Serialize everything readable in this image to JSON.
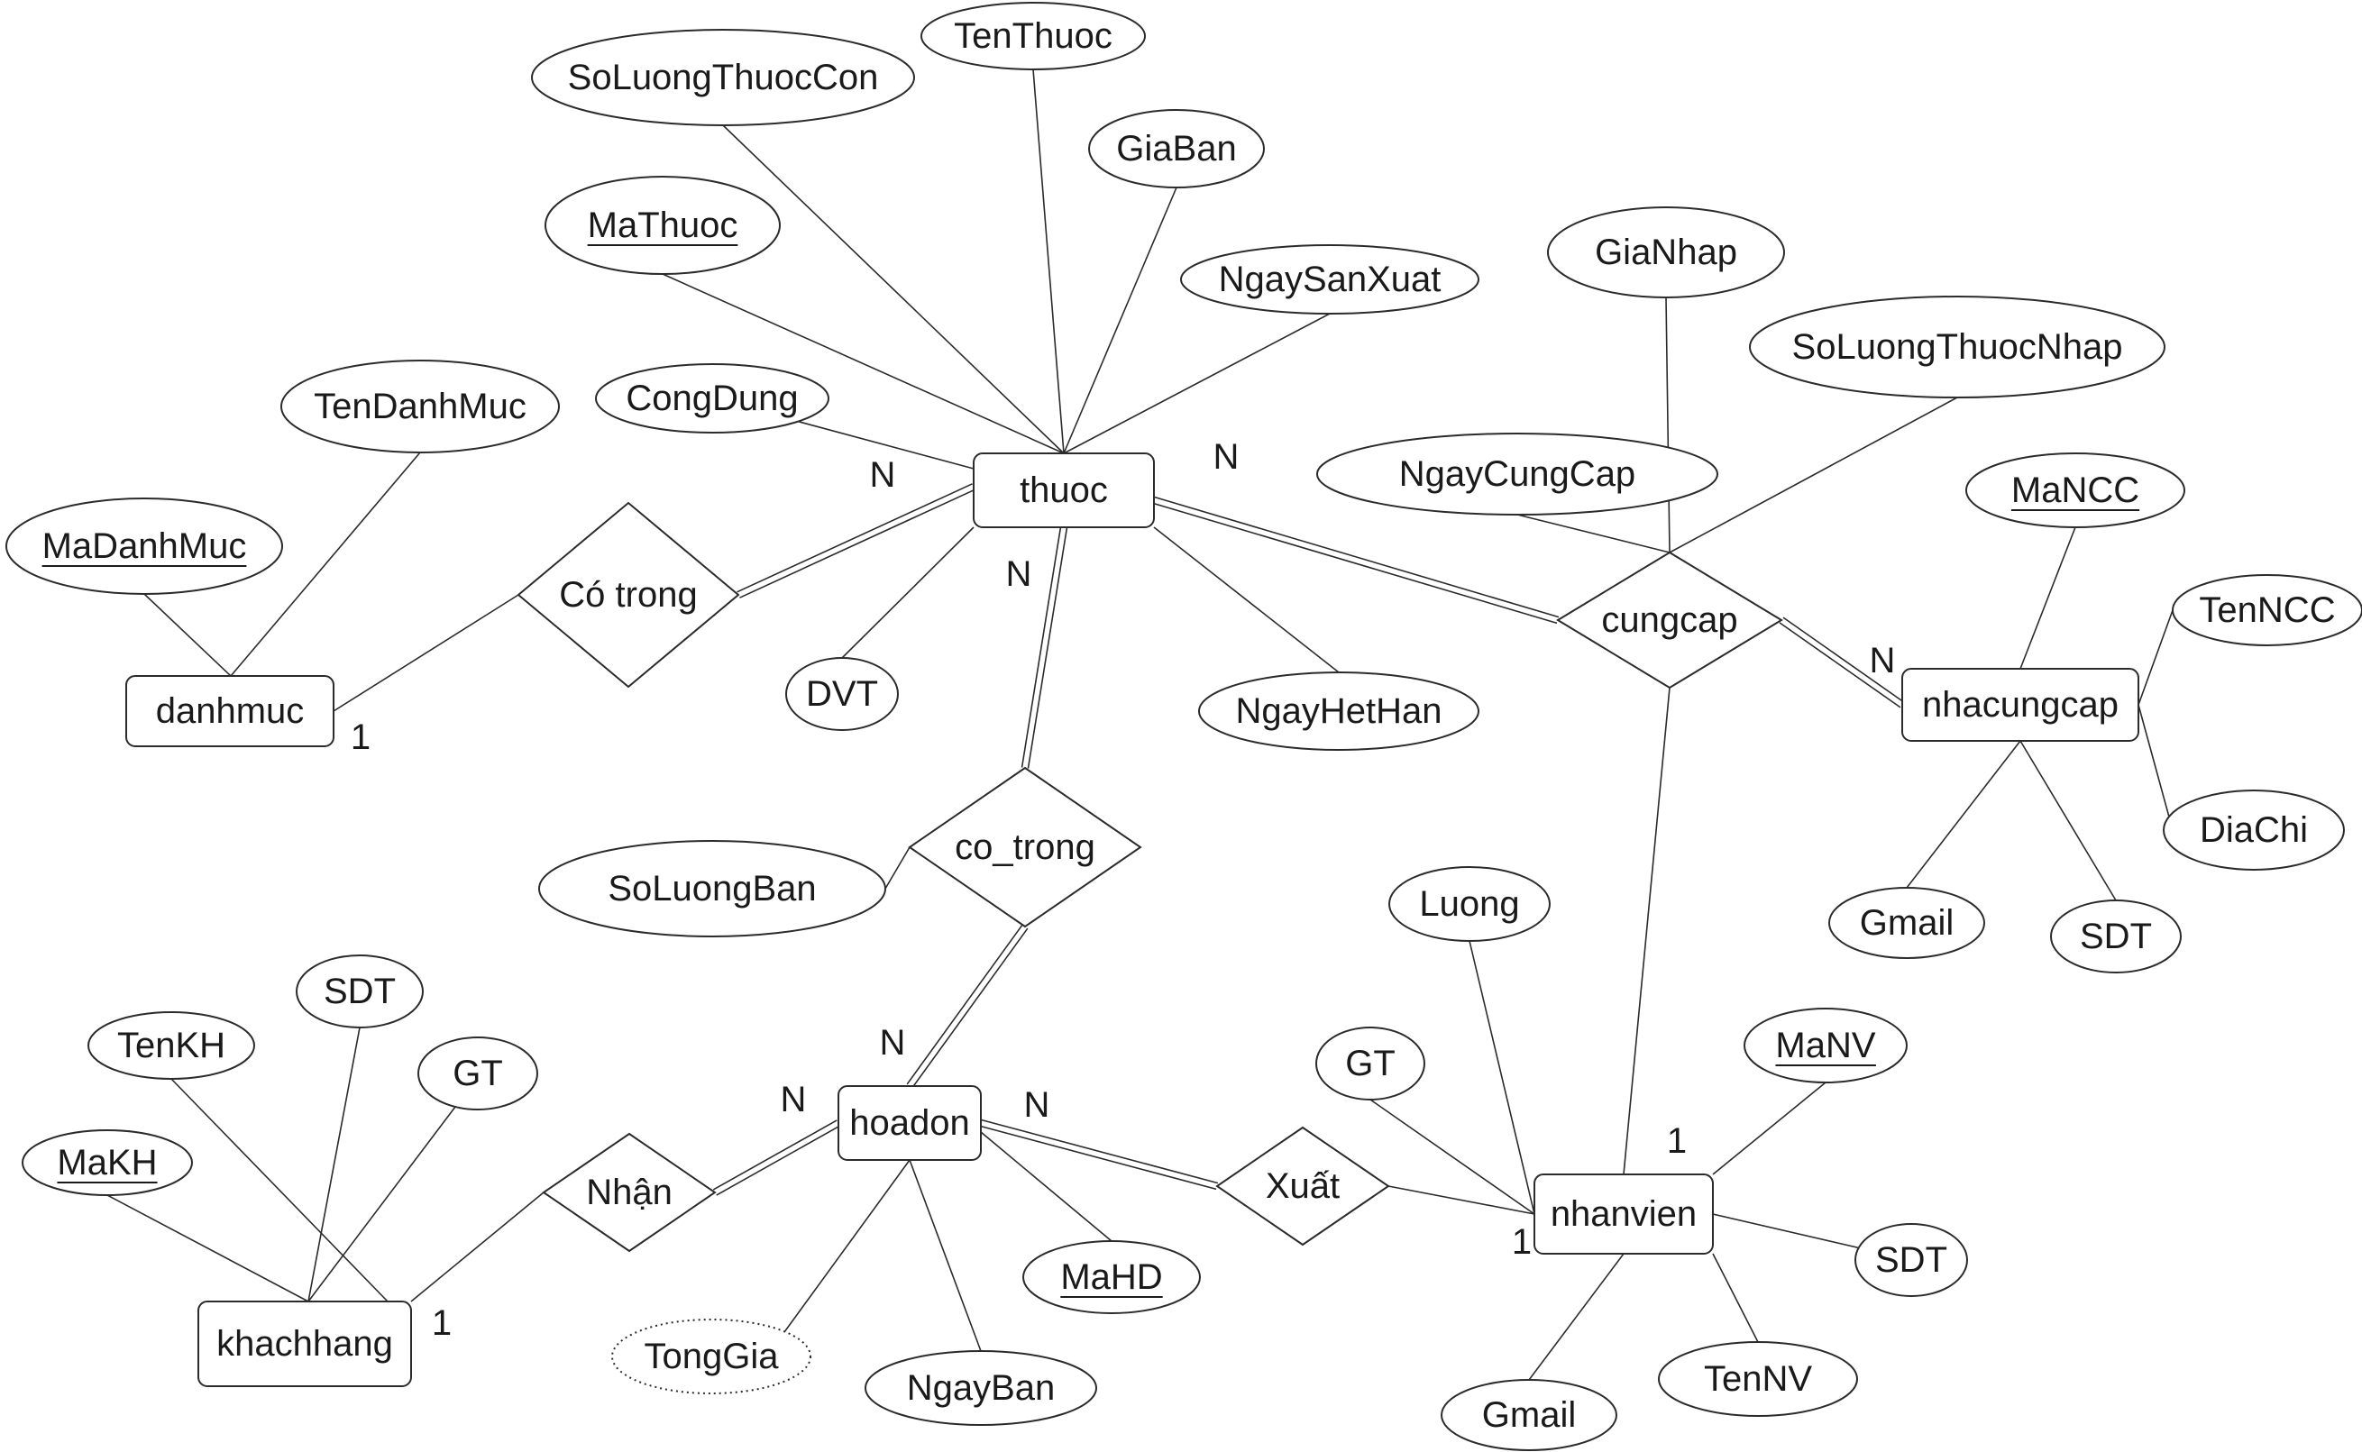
{
  "entities": [
    {
      "id": "thuoc",
      "label": "thuoc"
    },
    {
      "id": "danhmuc",
      "label": "danhmuc"
    },
    {
      "id": "nhacungcap",
      "label": "nhacungcap"
    },
    {
      "id": "hoadon",
      "label": "hoadon"
    },
    {
      "id": "khachhang",
      "label": "khachhang"
    },
    {
      "id": "nhanvien",
      "label": "nhanvien"
    }
  ],
  "relationships": [
    {
      "id": "co_trong_dm",
      "label": "Có trong"
    },
    {
      "id": "cungcap",
      "label": "cungcap"
    },
    {
      "id": "co_trong_hd",
      "label": "co_trong"
    },
    {
      "id": "nhan",
      "label": "Nhận"
    },
    {
      "id": "xuat",
      "label": "Xuất"
    }
  ],
  "attributes": [
    {
      "id": "tenthuoc",
      "label": "TenThuoc",
      "key": false,
      "derived": false
    },
    {
      "id": "soluongthuoccon",
      "label": "SoLuongThuocCon",
      "key": false,
      "derived": false
    },
    {
      "id": "giaban",
      "label": "GiaBan",
      "key": false,
      "derived": false
    },
    {
      "id": "mathuoc",
      "label": "MaThuoc",
      "key": true,
      "derived": false
    },
    {
      "id": "ngaysanxuat",
      "label": "NgaySanXuat",
      "key": false,
      "derived": false
    },
    {
      "id": "congdung",
      "label": "CongDung",
      "key": false,
      "derived": false
    },
    {
      "id": "dvt",
      "label": "DVT",
      "key": false,
      "derived": false
    },
    {
      "id": "ngayhethan",
      "label": "NgayHetHan",
      "key": false,
      "derived": false
    },
    {
      "id": "tendanhmuc",
      "label": "TenDanhMuc",
      "key": false,
      "derived": false
    },
    {
      "id": "madanhmuc",
      "label": "MaDanhMuc",
      "key": true,
      "derived": false
    },
    {
      "id": "gianhap",
      "label": "GiaNhap",
      "key": false,
      "derived": false
    },
    {
      "id": "soluongthuocnhap",
      "label": "SoLuongThuocNhap",
      "key": false,
      "derived": false
    },
    {
      "id": "ngaycungcap",
      "label": "NgayCungCap",
      "key": false,
      "derived": false
    },
    {
      "id": "mancc",
      "label": "MaNCC",
      "key": true,
      "derived": false
    },
    {
      "id": "tenncc",
      "label": "TenNCC",
      "key": false,
      "derived": false
    },
    {
      "id": "diachi",
      "label": "DiaChi",
      "key": false,
      "derived": false
    },
    {
      "id": "gmail_ncc",
      "label": "Gmail",
      "key": false,
      "derived": false
    },
    {
      "id": "sdt_ncc",
      "label": "SDT",
      "key": false,
      "derived": false
    },
    {
      "id": "soluongban",
      "label": "SoLuongBan",
      "key": false,
      "derived": false
    },
    {
      "id": "tenkh",
      "label": "TenKH",
      "key": false,
      "derived": false
    },
    {
      "id": "sdt_kh",
      "label": "SDT",
      "key": false,
      "derived": false
    },
    {
      "id": "gt_kh",
      "label": "GT",
      "key": false,
      "derived": false
    },
    {
      "id": "makh",
      "label": "MaKH",
      "key": true,
      "derived": false
    },
    {
      "id": "mahd",
      "label": "MaHD",
      "key": true,
      "derived": false
    },
    {
      "id": "tonggia",
      "label": "TongGia",
      "key": false,
      "derived": true
    },
    {
      "id": "ngayban",
      "label": "NgayBan",
      "key": false,
      "derived": false
    },
    {
      "id": "luong",
      "label": "Luong",
      "key": false,
      "derived": false
    },
    {
      "id": "gt_nv",
      "label": "GT",
      "key": false,
      "derived": false
    },
    {
      "id": "manv",
      "label": "MaNV",
      "key": true,
      "derived": false
    },
    {
      "id": "sdt_nv",
      "label": "SDT",
      "key": false,
      "derived": false
    },
    {
      "id": "tennv",
      "label": "TenNV",
      "key": false,
      "derived": false
    },
    {
      "id": "gmail_nv",
      "label": "Gmail",
      "key": false,
      "derived": false
    }
  ],
  "cardinalities": [
    {
      "id": "c1",
      "label": "N"
    },
    {
      "id": "c2",
      "label": "N"
    },
    {
      "id": "c3",
      "label": "N"
    },
    {
      "id": "c4",
      "label": "1"
    },
    {
      "id": "c5",
      "label": "N"
    },
    {
      "id": "c6",
      "label": "N"
    },
    {
      "id": "c7",
      "label": "N"
    },
    {
      "id": "c8",
      "label": "N"
    },
    {
      "id": "c9",
      "label": "1"
    },
    {
      "id": "c10",
      "label": "1"
    },
    {
      "id": "c11",
      "label": "1"
    }
  ]
}
